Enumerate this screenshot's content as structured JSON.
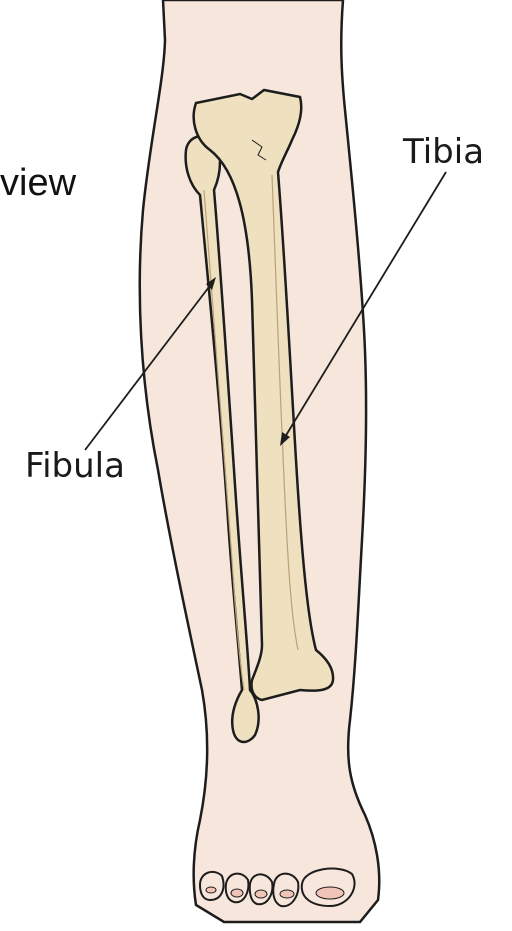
{
  "title_fragment": "view",
  "labels": {
    "tibia": "Tibia",
    "fibula": "Fibula"
  },
  "colors": {
    "skin": "#f7e6dc",
    "bone": "#efe0bf",
    "bone_shade": "#ddc79f",
    "outline": "#1d1d1d",
    "nail": "#f1c4b8"
  },
  "icons": {
    "leg": "leg-anatomy-illustration"
  }
}
